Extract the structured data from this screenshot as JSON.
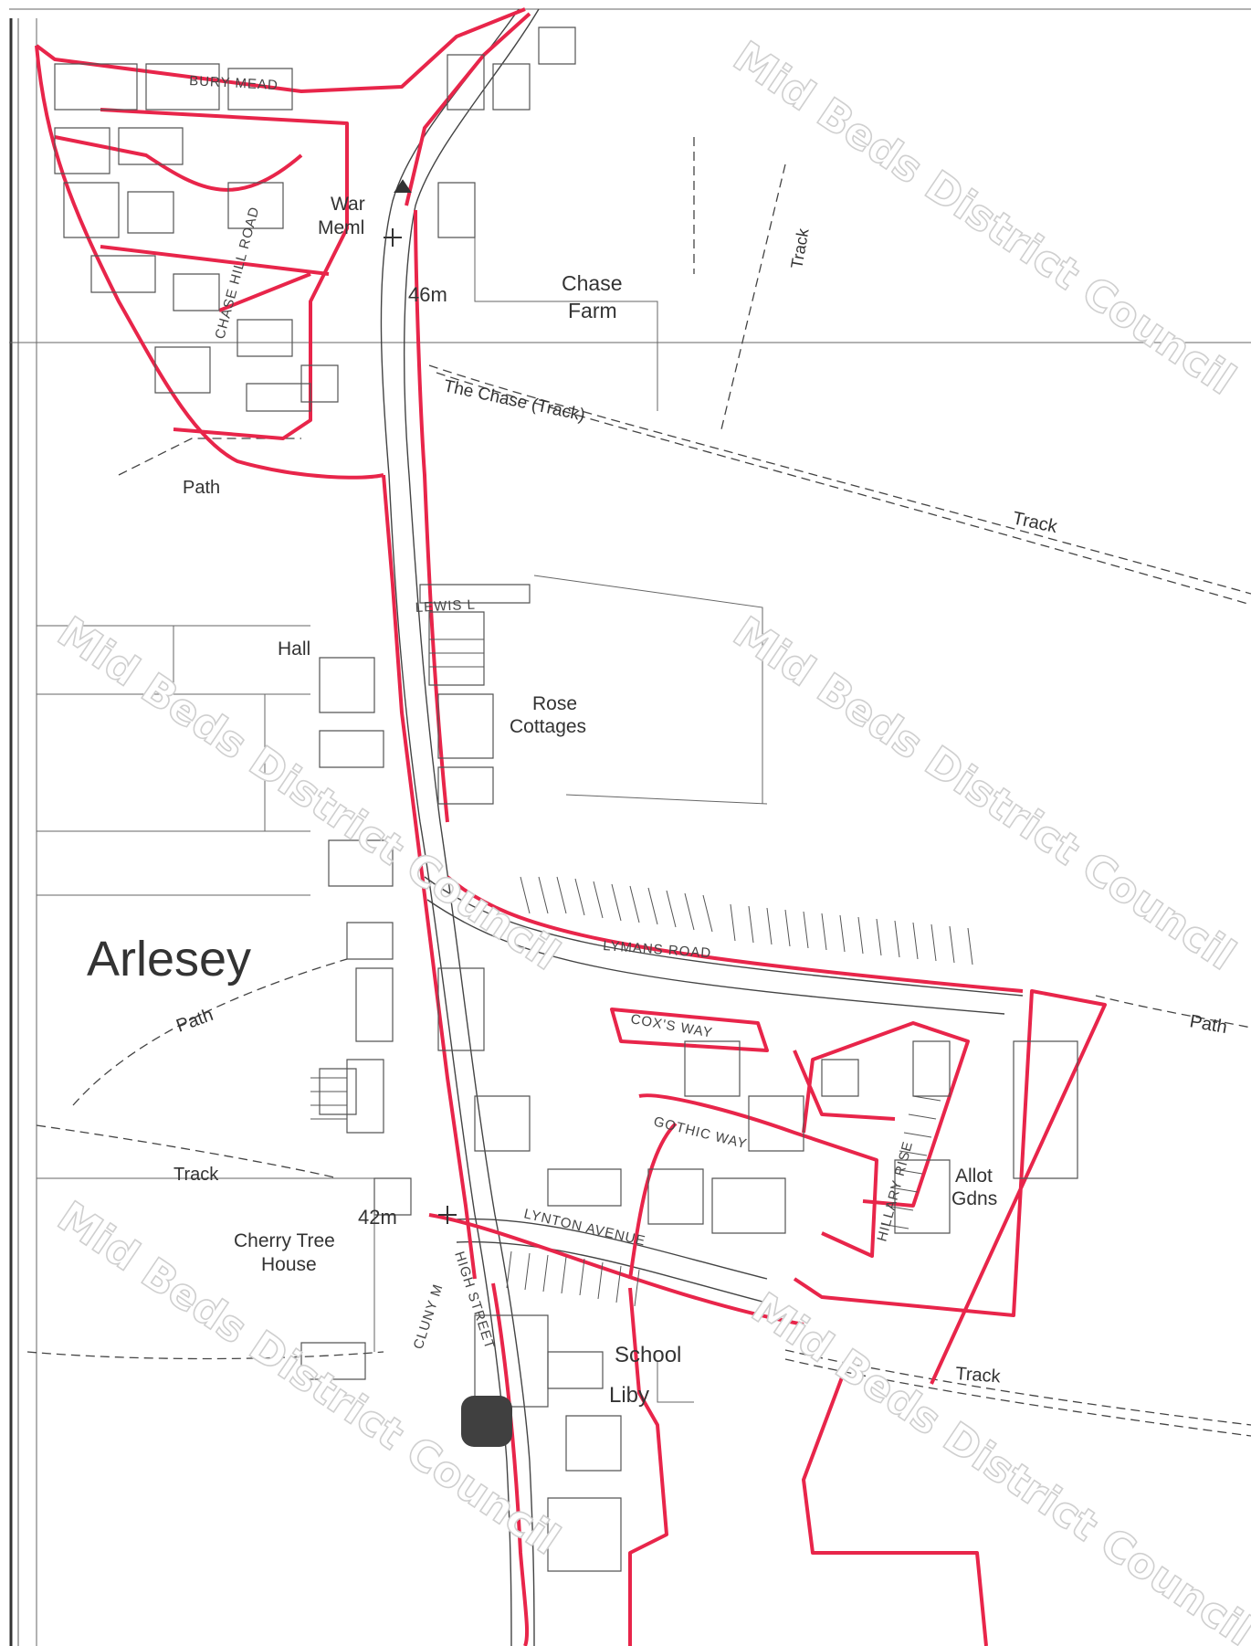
{
  "map": {
    "town": "Arlesey",
    "watermark": "Mid Beds District Council",
    "place_labels": [
      {
        "id": "chase-farm",
        "lines": [
          "Chase",
          "Farm"
        ]
      },
      {
        "id": "war-meml",
        "lines": [
          "War",
          "Meml"
        ]
      },
      {
        "id": "rose-cottages",
        "lines": [
          "Rose",
          "Cottages"
        ]
      },
      {
        "id": "hall",
        "lines": [
          "Hall"
        ]
      },
      {
        "id": "cherry-tree-house",
        "lines": [
          "Cherry Tree",
          "House"
        ]
      },
      {
        "id": "school",
        "lines": [
          "School"
        ]
      },
      {
        "id": "liby",
        "lines": [
          "Liby"
        ]
      },
      {
        "id": "allot-gdns",
        "lines": [
          "Allot",
          "Gdns"
        ]
      }
    ],
    "spot_heights": {
      "north": "46m",
      "south": "42m"
    },
    "streets": {
      "bury_mead": "BURY MEAD",
      "chase_hill_road": "CHASE HILL ROAD",
      "lewis_l": "LEWIS L",
      "lymans_road": "LYMANS ROAD",
      "coxs_way": "COX'S WAY",
      "gothic_way": "GOTHIC WAY",
      "lynton_avenue": "LYNTON AVENUE",
      "hillary_rise": "HILLARY RISE",
      "high_street": "HIGH STREET",
      "cluny_m": "CLUNY M"
    },
    "paths": {
      "the_chase": "The Chase (Track)",
      "track": "Track",
      "path": "Path"
    },
    "colors": {
      "boundary": "#e8254a",
      "ink": "#444444",
      "marker": "#404040",
      "watermark": "#cfcfcf"
    }
  }
}
